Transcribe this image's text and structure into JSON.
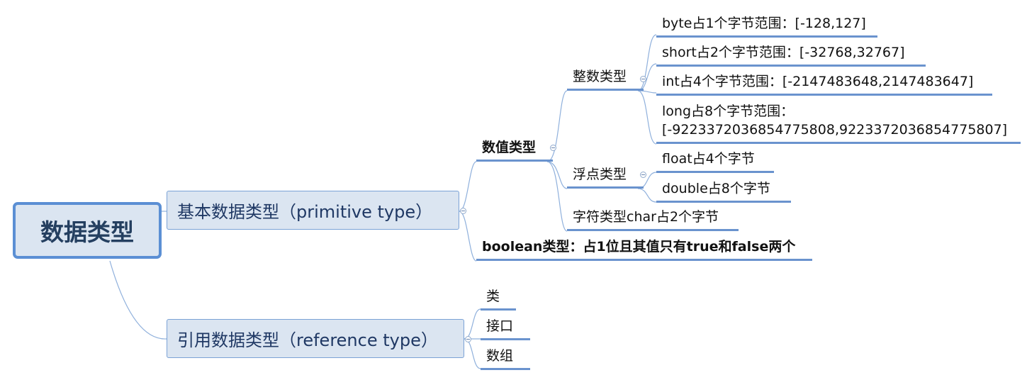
{
  "root": "数据类型",
  "primitive": {
    "label": "基本数据类型（primitive type）",
    "numeric": {
      "label": "数值类型",
      "integer": {
        "label": "整数类型",
        "items": [
          "byte占1个字节范围：[-128,127]",
          "short占2个字节范围：[-32768,32767]",
          "int占4个字节范围：[-2147483648,2147483647]"
        ],
        "long_line1": "long占8个字节范围：",
        "long_line2": "[-9223372036854775808,9223372036854775807]"
      },
      "float": {
        "label": "浮点类型",
        "items": [
          "float占4个字节",
          "double占8个字节"
        ]
      },
      "char": "字符类型char占2个字节"
    },
    "boolean": "boolean类型：占1位且其值只有true和false两个"
  },
  "reference": {
    "label": "引用数据类型（reference type）",
    "items": [
      "类",
      "接口",
      "数组"
    ]
  }
}
